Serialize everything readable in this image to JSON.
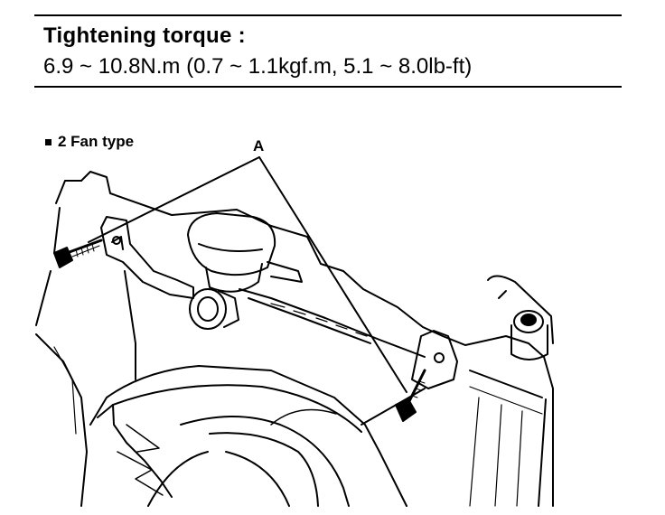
{
  "spec": {
    "heading": "Tightening torque :",
    "value": "6.9 ~ 10.8N.m (0.7 ~ 1.1kgf.m, 5.1 ~ 8.0lb-ft)"
  },
  "diagram": {
    "variant_label": "2 Fan type",
    "callout": "A"
  }
}
